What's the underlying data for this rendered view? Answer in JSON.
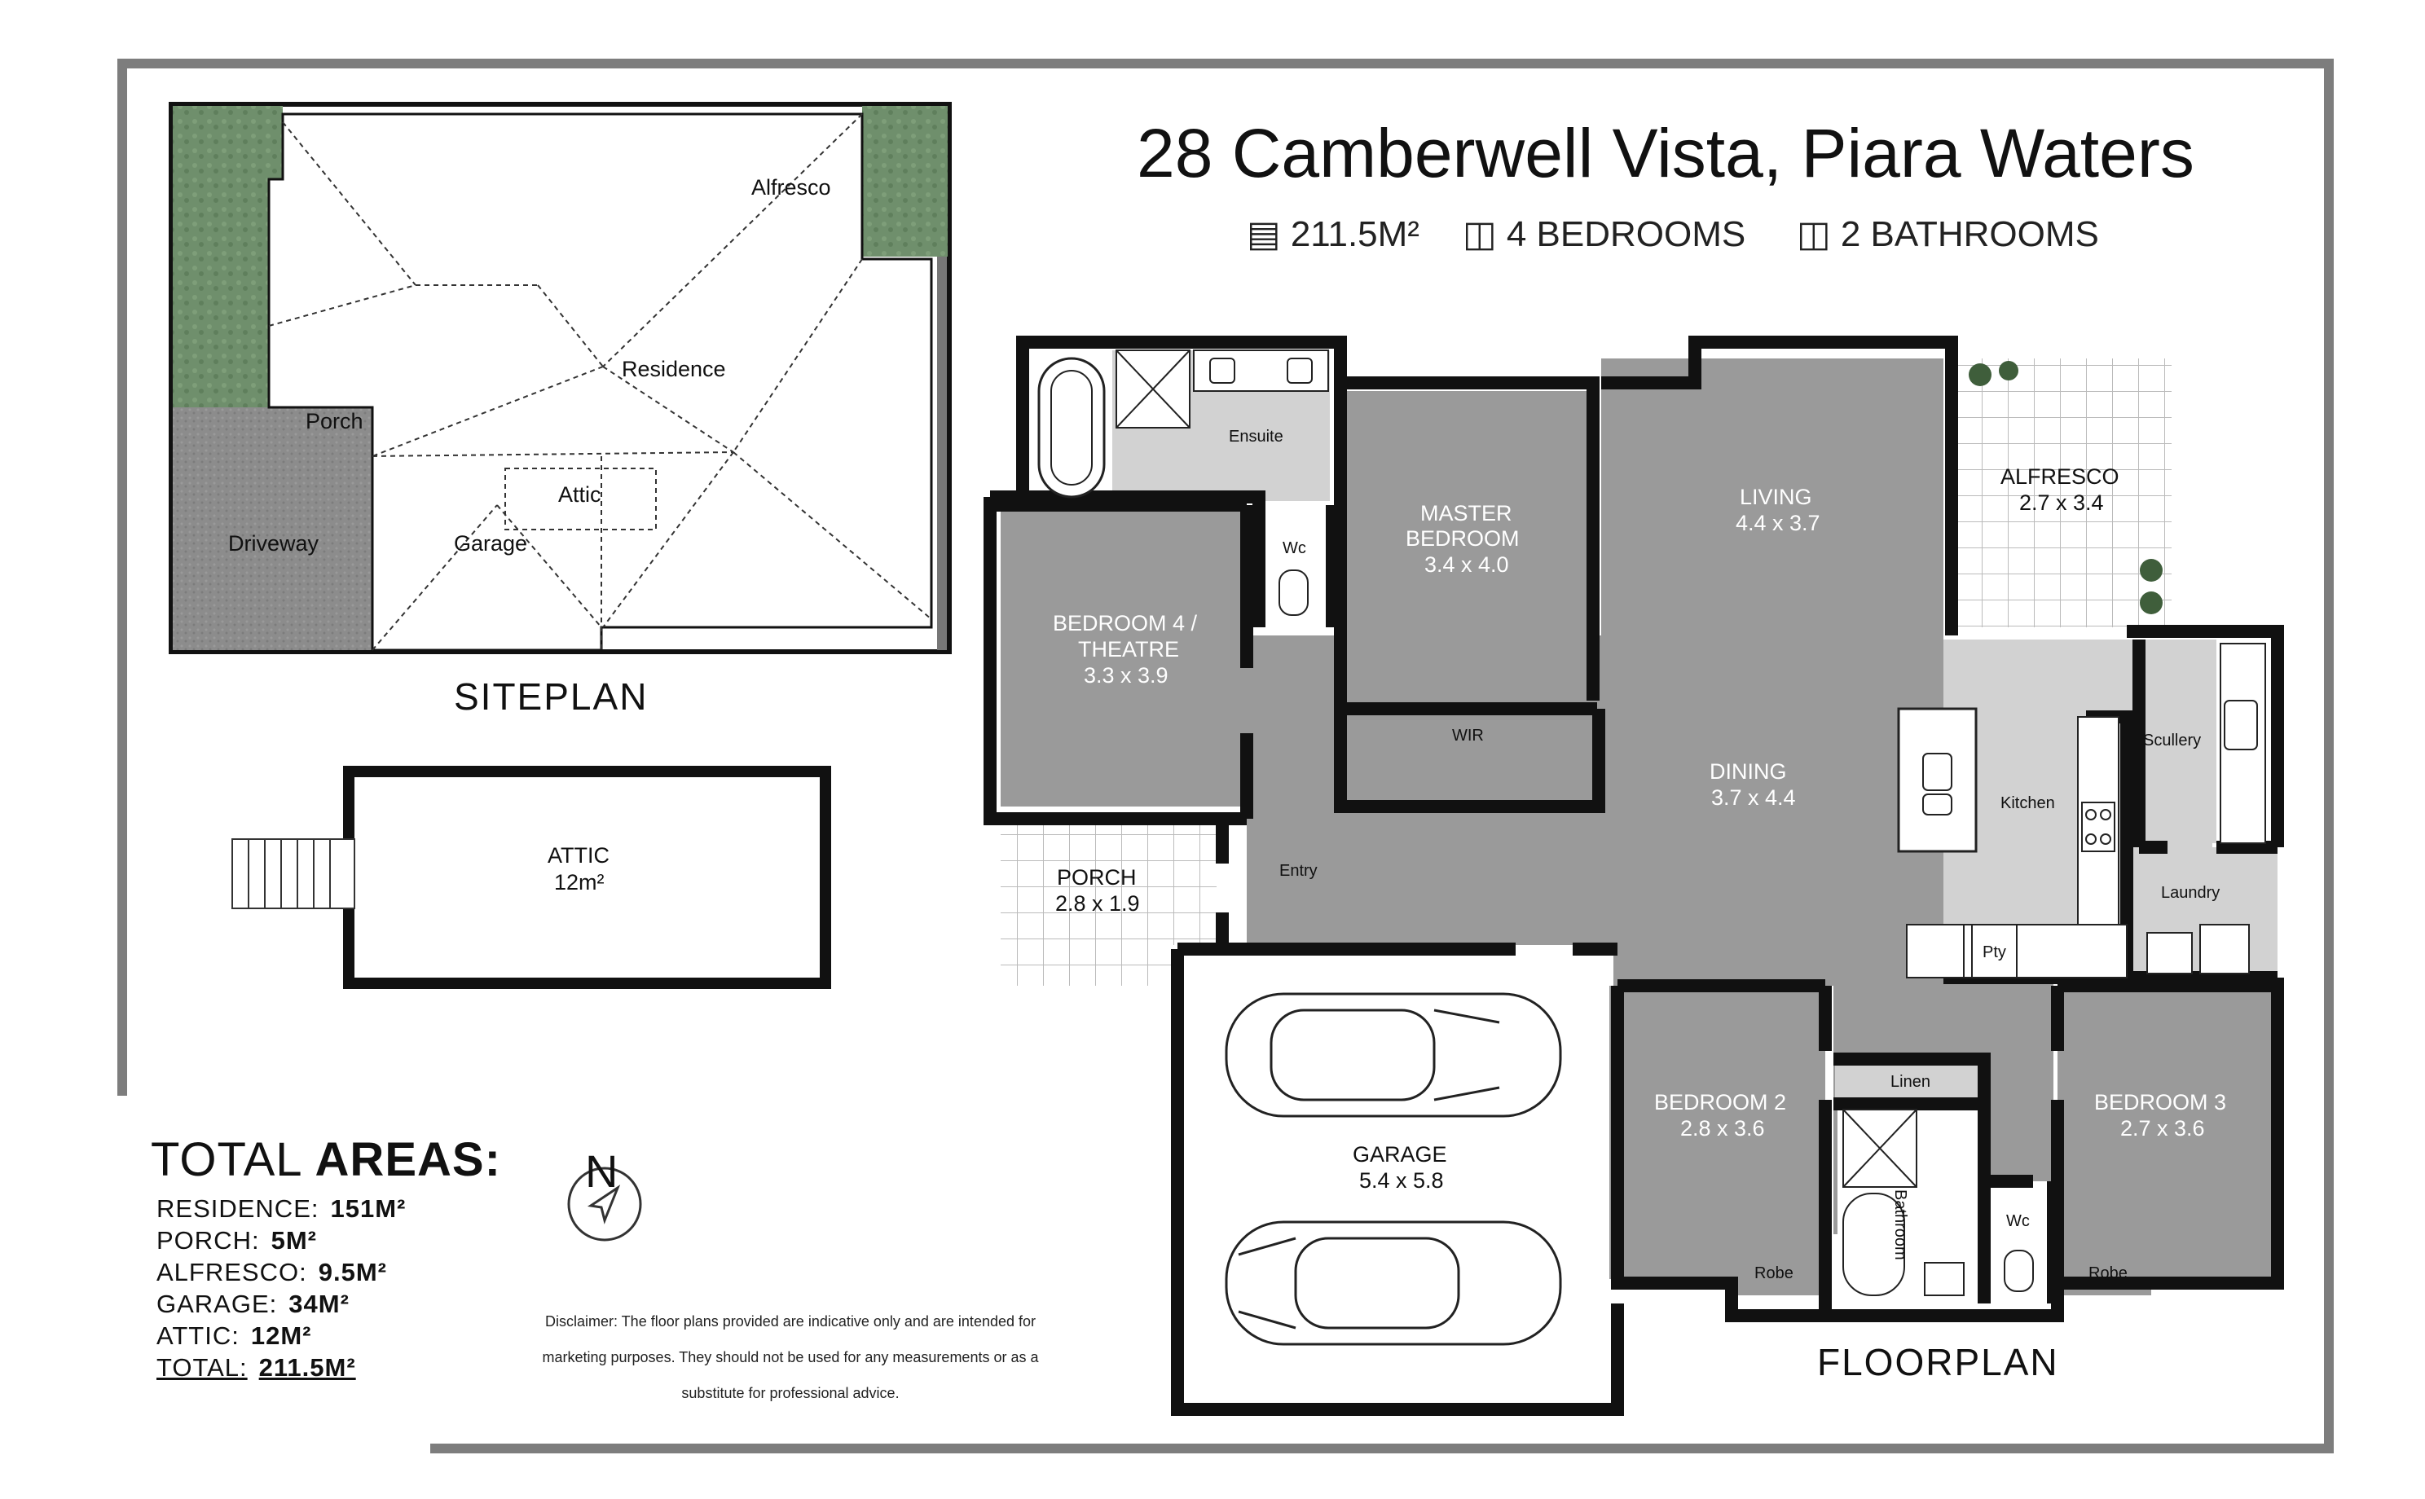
{
  "header": {
    "title": "28 Camberwell Vista, Piara Waters",
    "area": "211.5M²",
    "bedrooms": "4 BEDROOMS",
    "bathrooms": "2 BATHROOMS"
  },
  "siteplan": {
    "label": "SITEPLAN",
    "zones": {
      "alfresco": "Alfresco",
      "residence": "Residence",
      "porch": "Porch",
      "attic": "Attic",
      "garage": "Garage",
      "driveway": "Driveway"
    }
  },
  "attic_plan": {
    "name": "ATTIC",
    "size": "12m²"
  },
  "floorplan": {
    "label": "FLOORPLAN",
    "rooms": {
      "ensuite": "Ensuite",
      "wc1": "Wc",
      "master_name1": "MASTER",
      "master_name2": "BEDROOM",
      "master_size": "3.4 x 4.0",
      "living_name": "LIVING",
      "living_size": "4.4 x 3.7",
      "alfresco_name": "ALFRESCO",
      "alfresco_size": "2.7 x 3.4",
      "bed4_name1": "BEDROOM 4 /",
      "bed4_name2": "THEATRE",
      "bed4_size": "3.3 x 3.9",
      "wir": "WIR",
      "dining_name": "DINING",
      "dining_size": "3.7 x 4.4",
      "kitchen": "Kitchen",
      "scullery": "Scullery",
      "porch_name": "PORCH",
      "porch_size": "2.8 x 1.9",
      "entry": "Entry",
      "laundry": "Laundry",
      "pty": "Pty",
      "linen": "Linen",
      "bed2_name": "BEDROOM 2",
      "bed2_size": "2.8 x 3.6",
      "bed3_name": "BEDROOM 3",
      "bed3_size": "2.7 x 3.6",
      "garage_name": "GARAGE",
      "garage_size": "5.4 x 5.8",
      "bathroom": "Bathroom",
      "wc2": "Wc",
      "robe1": "Robe",
      "robe2": "Robe"
    }
  },
  "totals": {
    "heading_light": "TOTAL",
    "heading_bold": "AREAS:",
    "rows": [
      {
        "label": "RESIDENCE:",
        "value": "151M²"
      },
      {
        "label": "PORCH:",
        "value": "5M²"
      },
      {
        "label": "ALFRESCO:",
        "value": "9.5M²"
      },
      {
        "label": "GARAGE:",
        "value": "34M²"
      },
      {
        "label": "ATTIC:",
        "value": "12M²"
      },
      {
        "label": "TOTAL:",
        "value": "211.5M²"
      }
    ]
  },
  "compass": {
    "letter": "N"
  },
  "disclaimer": "Disclaimer: The floor plans provided are indicative only and are intended for marketing purposes. They should not be used for any measurements or as a substitute for professional advice.",
  "colors": {
    "wall": "#111111",
    "room_dark": "#9a9a9a",
    "room_mid": "#b3b3b3",
    "room_light": "#d2d2d2",
    "grass": "#6f8f6c",
    "driveway": "#8c8c8c",
    "frame": "#7d7d7d"
  }
}
